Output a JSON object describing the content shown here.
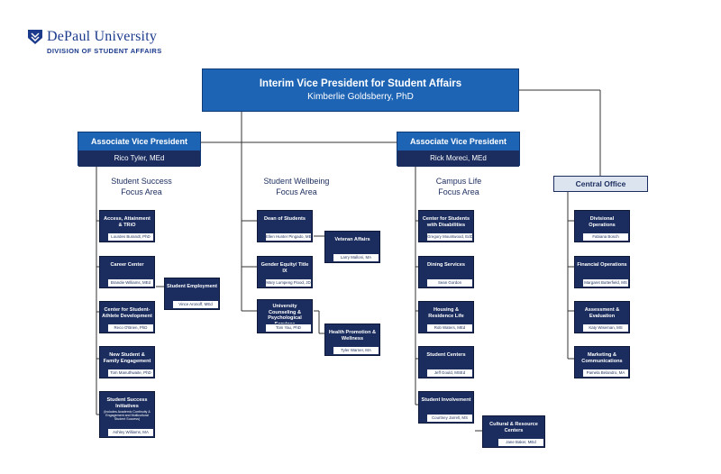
{
  "logo": {
    "name": "DePaul University",
    "division": "DIVISION OF STUDENT AFFAIRS"
  },
  "vp": {
    "title": "Interim Vice President for Student Affairs",
    "name": "Kimberlie Goldsberry, PhD"
  },
  "avp_left": {
    "title": "Associate Vice President",
    "name": "Rico Tyler, MEd"
  },
  "avp_right": {
    "title": "Associate Vice President",
    "name": "Rick Moreci, MEd"
  },
  "central_office": {
    "label": "Central Office"
  },
  "focus_areas": {
    "success": [
      "Student Success",
      "Focus Area"
    ],
    "wellbeing": [
      "Student Wellbeing",
      "Focus Area"
    ],
    "campus": [
      "Campus Life",
      "Focus Area"
    ]
  },
  "units": {
    "access": {
      "title": "Access, Attainment & TRiO",
      "person": "Lourdes Burandt, PhD"
    },
    "career": {
      "title": "Career Center",
      "person": "Brandie Williams, MEd"
    },
    "employment": {
      "title": "Student Employment",
      "person": "Vince Aronoff, MEd"
    },
    "athlete": {
      "title": "Center for Student-Athlete Development",
      "person": "Reco O'Brien, PhD"
    },
    "newstudent": {
      "title": "New Student & Family Engagement",
      "person": "Tom Manuthwaite, PhD"
    },
    "ssi": {
      "title": "Student Success Initiatives",
      "note": "(Includes Academic Continuity & Engagement and Multicultural Student Success)",
      "person": "Ashley Williams, MA"
    },
    "dean": {
      "title": "Dean of Students",
      "person": "Ellen Hunter Pingado, MEd"
    },
    "veteran": {
      "title": "Veteran Affairs",
      "person": "Larry Malloni, MA"
    },
    "equity": {
      "title": "Gender Equity/ Title IX",
      "person": "Mary Lumpeng Flood, JD"
    },
    "counseling": {
      "title": "University Counseling & Psychological Services",
      "person": "Tom Yau, PhD"
    },
    "health": {
      "title": "Health Promotion & Wellness",
      "person": "Tyler Warner, MA"
    },
    "disabilities": {
      "title": "Center for Students with Disabilities",
      "person": "Gregory Mountwood, EdD"
    },
    "dining": {
      "title": "Dining Services",
      "person": "Sean Gordon"
    },
    "housing": {
      "title": "Housing & Residence Life",
      "person": "Rob Waters, MEd"
    },
    "centers": {
      "title": "Student Centers",
      "person": "Jeff Gould, MSEd"
    },
    "involvement": {
      "title": "Student Involvement",
      "person": "Courtney Jarrell, MS"
    },
    "cultural": {
      "title": "Cultural & Resource Centers",
      "person": "Jane Baker, MEd"
    },
    "divisional": {
      "title": "Divisional Operations",
      "person": "Fabiana Bosch"
    },
    "financial": {
      "title": "Financial Operations",
      "person": "Margaret Butterfield, MS"
    },
    "assessment": {
      "title": "Assessment & Evaluation",
      "person": "Katy Wiseman, MS"
    },
    "marketing": {
      "title": "Marketing & Communications",
      "person": "Pamela Belandro, MA"
    }
  },
  "colors": {
    "primary_blue": "#1e64b4",
    "navy": "#1b2d5e",
    "connector": "#333333",
    "central_fill": "#dce4f0"
  }
}
